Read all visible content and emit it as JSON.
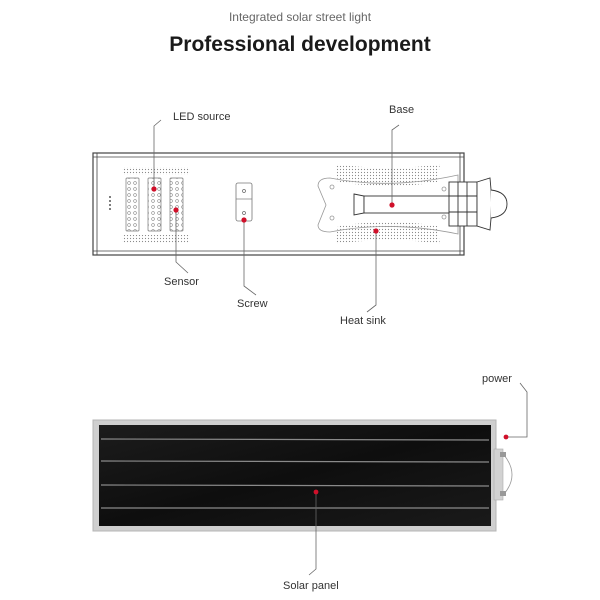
{
  "header": {
    "subtitle": "Integrated solar street light",
    "title": "Professional development"
  },
  "diagram_top": {
    "labels": {
      "led_source": "LED source",
      "base": "Base",
      "sensor": "Sensor",
      "screw": "Screw",
      "heat_sink": "Heat sink"
    }
  },
  "diagram_bottom": {
    "labels": {
      "power": "power",
      "solar_panel": "Solar panel"
    }
  },
  "colors": {
    "marker": "#d0102a",
    "leader_line": "#666666",
    "outline": "#444444",
    "panel": "#141414"
  }
}
